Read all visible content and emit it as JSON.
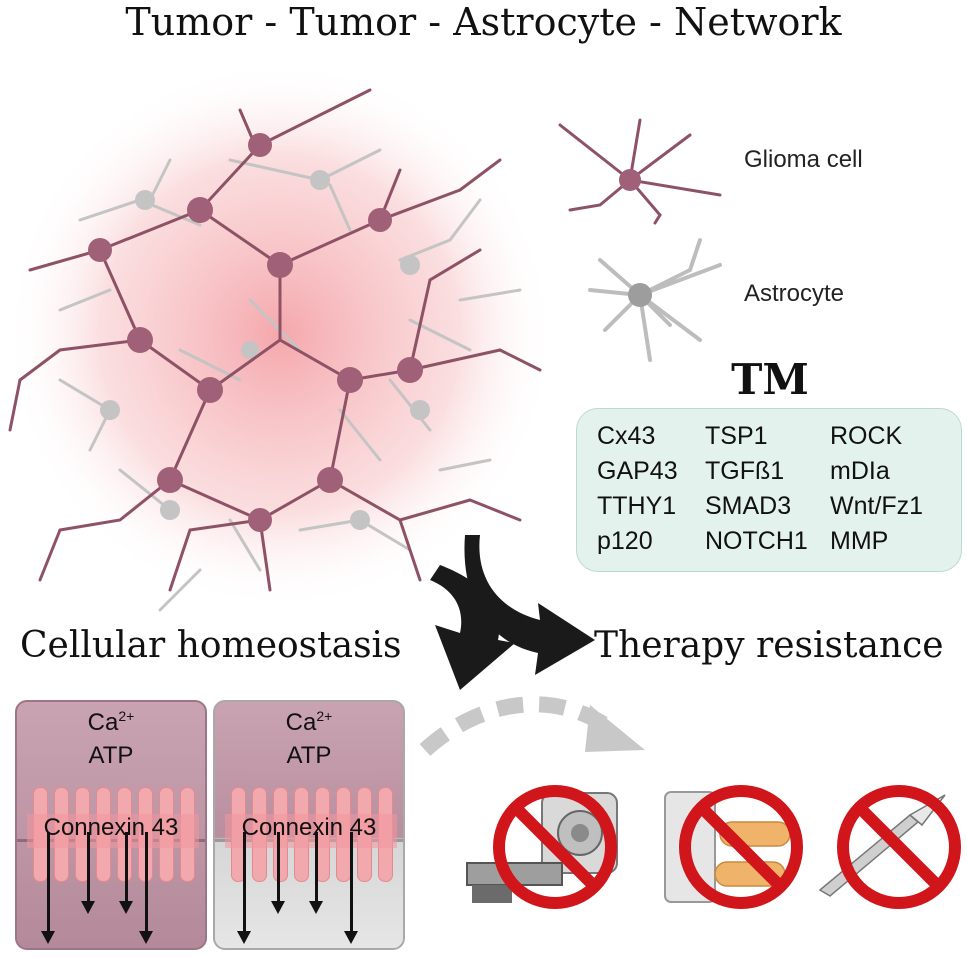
{
  "title": "Tumor - Tumor - Astrocyte -  Network",
  "legend": {
    "glioma": "Glioma cell",
    "astrocyte": "Astrocyte"
  },
  "tm": {
    "title": "TM",
    "col0": [
      "Cx43",
      "GAP43",
      "TTHY1",
      "p120"
    ],
    "col1": [
      "TSP1",
      "TGFß1",
      "SMAD3",
      "NOTCH1"
    ],
    "col2": [
      "ROCK",
      "mDIa",
      "Wnt/Fz1",
      "MMP"
    ]
  },
  "sections": {
    "left": "Cellular homeostasis",
    "right": "Therapy resistance"
  },
  "panels": {
    "ca": "Ca",
    "ca_sup": "2+",
    "atp": "ATP",
    "connexin": "Connexin 43"
  },
  "colors": {
    "glioma": "#8e5266",
    "astrocyte": "#bdbdbd",
    "tm_box": "#e4f2ee",
    "prohibit": "#d0151b"
  },
  "icons": [
    "radiation-machine-icon",
    "pill-bottle-icon",
    "scalpel-icon",
    "prohibited-icon"
  ]
}
